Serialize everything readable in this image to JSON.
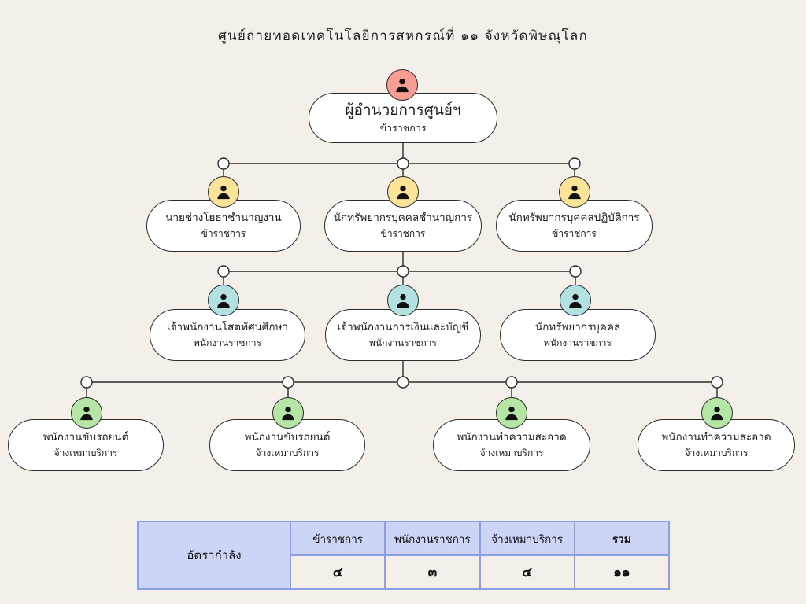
{
  "title": "ศูนย์ถ่ายทอดเทคโนโลยีการสหกรณ์ที่ ๑๑ จังหวัดพิษณุโลก",
  "colors": {
    "background": "#f4efe9",
    "node_fill": "#ffffff",
    "line": "#2b2b2b",
    "avatar_level1": "#f79d93",
    "avatar_level2": "#fbe498",
    "avatar_level3": "#b3e0e0",
    "avatar_level4": "#b5e6a5",
    "table_header": "#ccd5f5",
    "table_border": "#8d9fe8"
  },
  "org": {
    "level1": [
      {
        "role": "ผู้อำนวยการศูนย์ฯ",
        "kind": "ข้าราชการ",
        "avatar": "person-icon"
      }
    ],
    "level2": [
      {
        "role": "นายช่างโยธาชำนาญงาน",
        "kind": "ข้าราชการ",
        "avatar": "person-icon"
      },
      {
        "role": "นักทรัพยากรบุคคลชำนาญการ",
        "kind": "ข้าราชการ",
        "avatar": "person-icon"
      },
      {
        "role": "นักทรัพยากรบุคคลปฏิบัติการ",
        "kind": "ข้าราชการ",
        "avatar": "person-icon"
      }
    ],
    "level3": [
      {
        "role": "เจ้าพนักงานโสตทัศนศึกษา",
        "kind": "พนักงานราชการ",
        "avatar": "person-icon"
      },
      {
        "role": "เจ้าพนักงานการเงินและบัญชี",
        "kind": "พนักงานราชการ",
        "avatar": "person-icon"
      },
      {
        "role": "นักทรัพยากรบุคคล",
        "kind": "พนักงานราชการ",
        "avatar": "person-icon"
      }
    ],
    "level4": [
      {
        "role": "พนักงานขับรถยนต์",
        "kind": "จ้างเหมาบริการ",
        "avatar": "person-icon"
      },
      {
        "role": "พนักงานขับรถยนต์",
        "kind": "จ้างเหมาบริการ",
        "avatar": "person-icon"
      },
      {
        "role": "พนักงานทำความสะอาด",
        "kind": "จ้างเหมาบริการ",
        "avatar": "person-icon"
      },
      {
        "role": "พนักงานทำความสะอาด",
        "kind": "จ้างเหมาบริการ",
        "avatar": "person-icon"
      }
    ]
  },
  "summary": {
    "label": "อัตรากำลัง",
    "headers": [
      "ข้าราชการ",
      "พนักงานราชการ",
      "จ้างเหมาบริการ",
      "รวม"
    ],
    "values": [
      "๔",
      "๓",
      "๔",
      "๑๑"
    ]
  }
}
